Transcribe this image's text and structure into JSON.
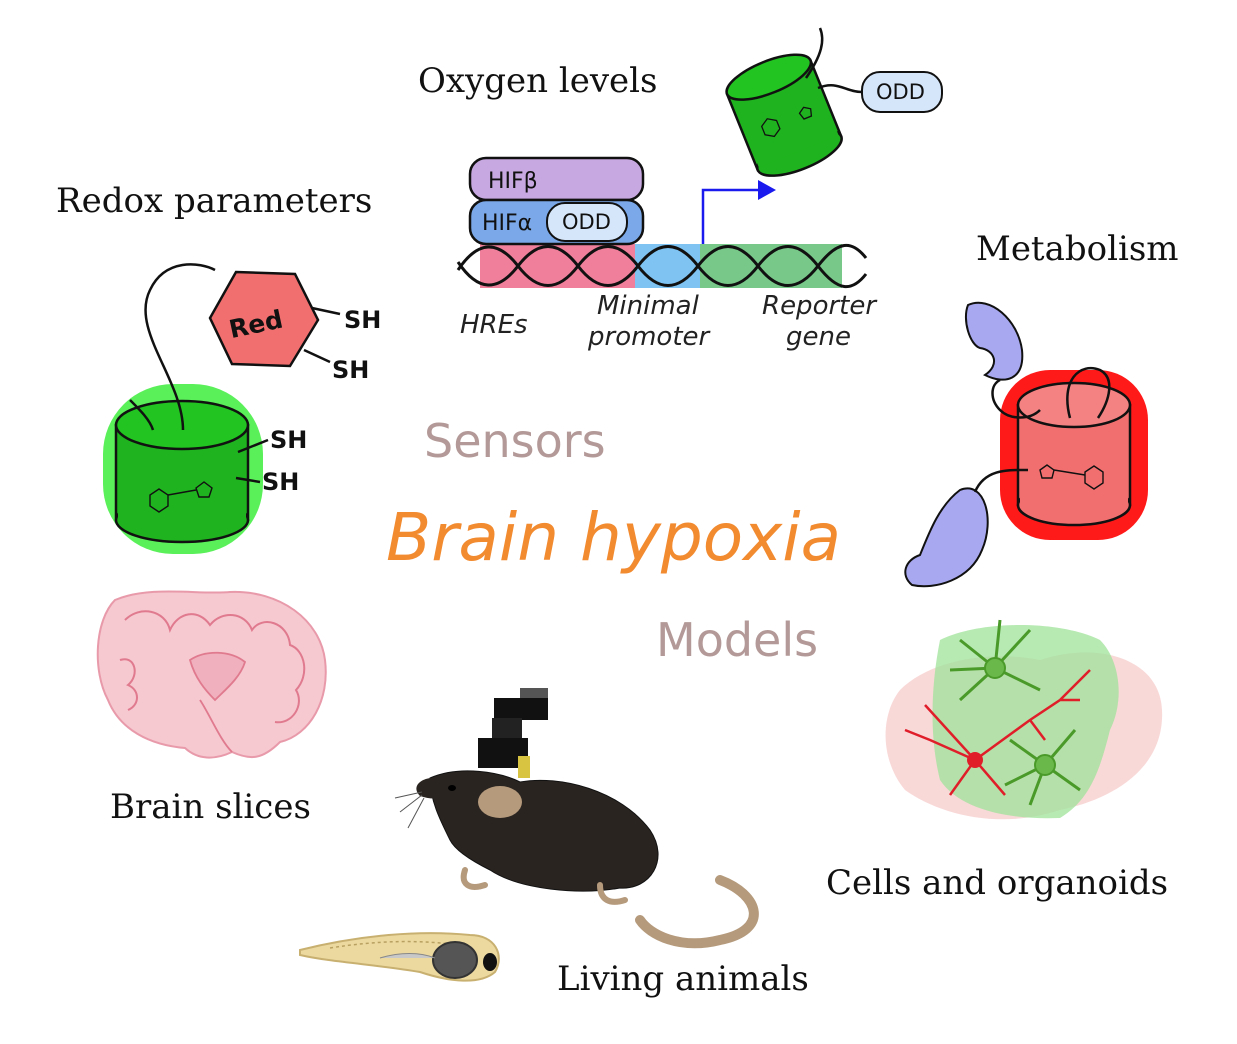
{
  "center": {
    "title": "Brain hypoxia",
    "sensors": "Sensors",
    "models": "Models"
  },
  "labels": {
    "oxygen": "Oxygen levels",
    "redox": "Redox parameters",
    "metabolism": "Metabolism",
    "brain_slices": "Brain slices",
    "living_animals": "Living animals",
    "cells_organoids": "Cells and organoids"
  },
  "construct": {
    "hif_beta": "HIFβ",
    "hif_alpha": "HIFα",
    "odd": "ODD",
    "hres": "HREs",
    "minimal_promoter_l1": "Minimal",
    "minimal_promoter_l2": "promoter",
    "reporter_gene_l1": "Reporter",
    "reporter_gene_l2": "gene"
  },
  "oxygen_sensor": {
    "odd": "ODD"
  },
  "redox_sensor": {
    "red": "Red",
    "sh_top": "SH",
    "sh_bottom": "SH",
    "sh_barrel_1": "SH",
    "sh_barrel_2": "SH"
  },
  "colors": {
    "title_orange": "#f28a30",
    "subtitle_mauve": "#b39a98",
    "protein_green": "#1fb41f",
    "halo_green": "#5af05a",
    "protein_red": "#f26f6f",
    "halo_red": "#ff1a1a",
    "hif_beta": "#c8a8e0",
    "hif_alpha": "#7aa8e8",
    "odd_fill": "#d6e6fa",
    "hre_pink": "#f07f9c",
    "promoter_blue": "#7ec3f2",
    "reporter_green": "#78c88a",
    "arrow_blue": "#1a1aee",
    "lobe_purple": "#a8a8f0",
    "neuron_red": "#e01e2a",
    "astro_green": "#6ab84a"
  },
  "icons": [
    "hif-construct-icon",
    "green-fp-barrel-icon",
    "red-fp-barrel-icon",
    "brain-slice-icon",
    "mouse-with-microscope-icon",
    "zebrafish-larva-icon",
    "neuron-astrocyte-culture-icon",
    "transcription-start-arrow-icon"
  ]
}
